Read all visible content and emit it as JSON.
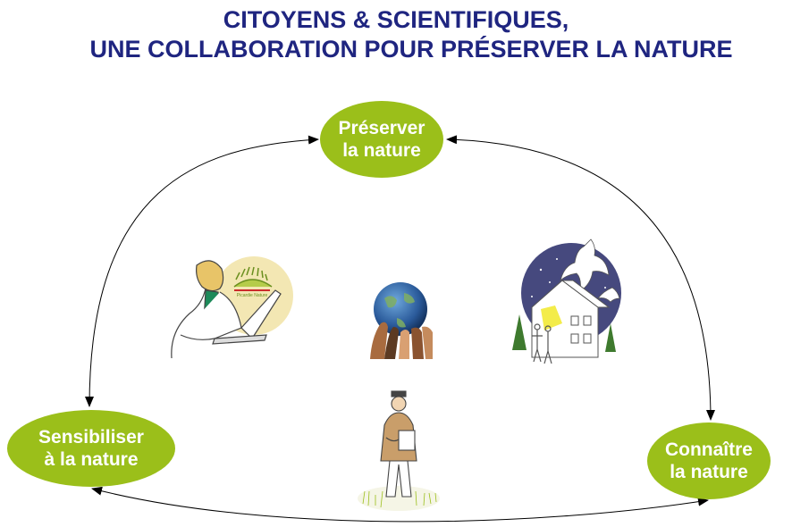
{
  "title": {
    "line1": "CITOYENS & SCIENTIFIQUES,",
    "line2": "UNE COLLABORATION POUR PRÉSERVER LA NATURE"
  },
  "nodes": {
    "preserver": {
      "line1": "Préserver",
      "line2": "la nature"
    },
    "sensibiliser": {
      "line1": "Sensibiliser",
      "line2": "à la nature"
    },
    "connaitre": {
      "line1": "Connaître",
      "line2": "la nature"
    }
  },
  "illustrations": {
    "scientist_badge": "Picardie Nature"
  },
  "colors": {
    "title": "#1f2580",
    "node_fill": "#9bbf1a",
    "node_text": "#ffffff",
    "arrow": "#000000",
    "badge_circle": "#f3e7b3",
    "night_circle": "#46497e"
  },
  "edges": [
    {
      "from": "preserver",
      "to": "sensibiliser",
      "direction": "both"
    },
    {
      "from": "preserver",
      "to": "connaitre",
      "direction": "both"
    },
    {
      "from": "sensibiliser",
      "to": "connaitre",
      "direction": "both"
    }
  ]
}
